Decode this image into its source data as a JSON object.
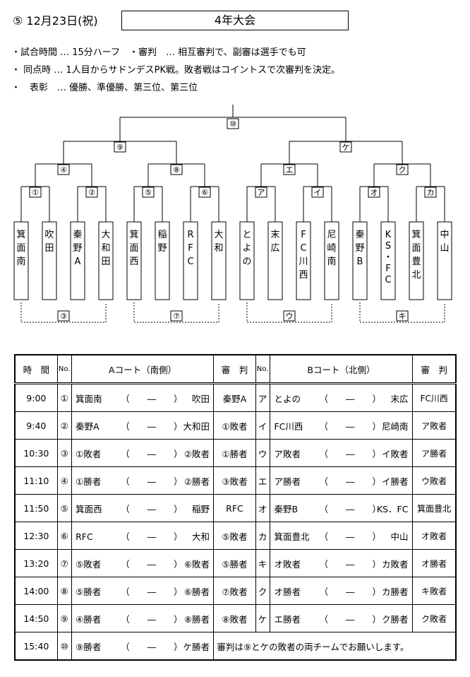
{
  "header": {
    "date": "⑤ 12月23日(祝)",
    "title": "4年大会"
  },
  "notes": [
    "・試合時間 … 15分ハーフ　・審判　… 相互審判で、副審は選手でも可",
    "・ 同点時 … 1人目からサドンデスPK戦。敗者戦はコイントスで次審判を決定。",
    "・　表彰　… 優勝、準優勝、第三位、第三位"
  ],
  "bracket": {
    "final": "⑩",
    "semis": [
      "⑨",
      "ケ"
    ],
    "quarters": [
      "④",
      "⑧",
      "エ",
      "ク"
    ],
    "round1": [
      "①",
      "②",
      "⑤",
      "⑥",
      "ア",
      "イ",
      "オ",
      "カ"
    ],
    "teams": [
      "箕面南",
      "吹田",
      "秦野A",
      "大和田",
      "箕面西",
      "稲野",
      "RFC",
      "大和",
      "とよの",
      "末広",
      "FC川西",
      "尼崎南",
      "秦野B",
      "KS.FC",
      "箕面豊北",
      "中山"
    ],
    "consolation": [
      "③",
      "⑦",
      "ウ",
      "キ"
    ]
  },
  "schedule": {
    "headers": {
      "time": "時　間",
      "no": "No.",
      "court_a": "Aコート（南側）",
      "ref": "審　判",
      "court_b": "Bコート（北側）"
    },
    "rows": [
      {
        "time": "9:00",
        "a_no": "①",
        "a_home": "箕面南",
        "a_score": "（　　―　　）",
        "a_away": "吹田",
        "a_ref": "秦野A",
        "b_no": "ア",
        "b_home": "とよの",
        "b_score": "（　　―　　）",
        "b_away": "末広",
        "b_ref": "FC川西"
      },
      {
        "time": "9:40",
        "a_no": "②",
        "a_home": "秦野A",
        "a_score": "（　　―　　）",
        "a_away": "大和田",
        "a_ref": "①敗者",
        "b_no": "イ",
        "b_home": "FC川西",
        "b_score": "（　　―　　）",
        "b_away": "尼崎南",
        "b_ref": "ア敗者"
      },
      {
        "time": "10:30",
        "a_no": "③",
        "a_home": "①敗者",
        "a_score": "（　　―　　）",
        "a_away": "②敗者",
        "a_ref": "①勝者",
        "b_no": "ウ",
        "b_home": "ア敗者",
        "b_score": "（　　―　　）",
        "b_away": "イ敗者",
        "b_ref": "ア勝者"
      },
      {
        "time": "11:10",
        "a_no": "④",
        "a_home": "①勝者",
        "a_score": "（　　―　　）",
        "a_away": "②勝者",
        "a_ref": "③敗者",
        "b_no": "エ",
        "b_home": "ア勝者",
        "b_score": "（　　―　　）",
        "b_away": "イ勝者",
        "b_ref": "ウ敗者"
      },
      {
        "time": "11:50",
        "a_no": "⑤",
        "a_home": "箕面西",
        "a_score": "（　　―　　）",
        "a_away": "稲野",
        "a_ref": "RFC",
        "b_no": "オ",
        "b_home": "秦野B",
        "b_score": "（　　―　　）",
        "b_away": "KS．FC",
        "b_ref": "箕面豊北"
      },
      {
        "time": "12:30",
        "a_no": "⑥",
        "a_home": "RFC",
        "a_score": "（　　―　　）",
        "a_away": "大和",
        "a_ref": "⑤敗者",
        "b_no": "カ",
        "b_home": "箕面豊北",
        "b_score": "（　　―　　）",
        "b_away": "中山",
        "b_ref": "オ敗者"
      },
      {
        "time": "13:20",
        "a_no": "⑦",
        "a_home": "⑤敗者",
        "a_score": "（　　―　　）",
        "a_away": "⑥敗者",
        "a_ref": "⑤勝者",
        "b_no": "キ",
        "b_home": "オ敗者",
        "b_score": "（　　―　　）",
        "b_away": "カ敗者",
        "b_ref": "オ勝者"
      },
      {
        "time": "14:00",
        "a_no": "⑧",
        "a_home": "⑤勝者",
        "a_score": "（　　―　　）",
        "a_away": "⑥勝者",
        "a_ref": "⑦敗者",
        "b_no": "ク",
        "b_home": "オ勝者",
        "b_score": "（　　―　　）",
        "b_away": "カ勝者",
        "b_ref": "キ敗者"
      },
      {
        "time": "14:50",
        "a_no": "⑨",
        "a_home": "④勝者",
        "a_score": "（　　―　　）",
        "a_away": "⑧勝者",
        "a_ref": "⑧敗者",
        "b_no": "ケ",
        "b_home": "エ勝者",
        "b_score": "（　　―　　）",
        "b_away": "ク勝者",
        "b_ref": "ク敗者"
      }
    ],
    "final_row": {
      "time": "15:40",
      "no": "⑩",
      "home": "⑨勝者",
      "score": "（　　―　　）",
      "away": "ケ勝者",
      "note": "審判は⑨とケの敗者の両チームでお願いします。"
    }
  }
}
